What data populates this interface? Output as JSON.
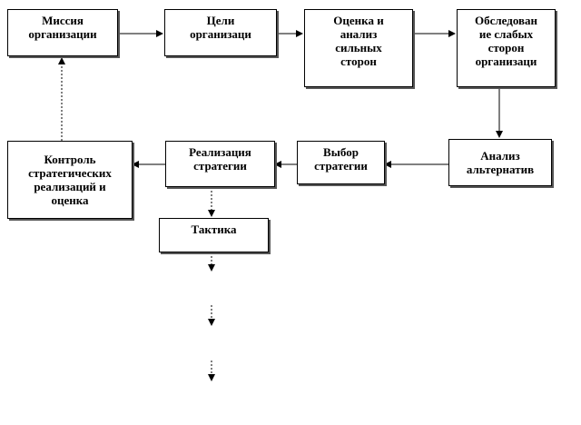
{
  "nodes": {
    "mission": "Миссия\nорганизации",
    "goals": "Цели\nорганизаци",
    "strengths": "Оценка и\nанализ\nсильных\nсторон",
    "weaknesses": "Обследован\nие слабых\nсторон\nорганизаци",
    "alternatives": "Анализ\nальтернатив",
    "choice": "Выбор\nстратегии",
    "implementation": "Реализация\nстратегии",
    "control": "Контроль\nстратегических\nреализаций и\nоценка",
    "tactics": "Тактика"
  },
  "colors": {
    "border": "#000000",
    "shadow": "#555555",
    "background": "#ffffff"
  }
}
